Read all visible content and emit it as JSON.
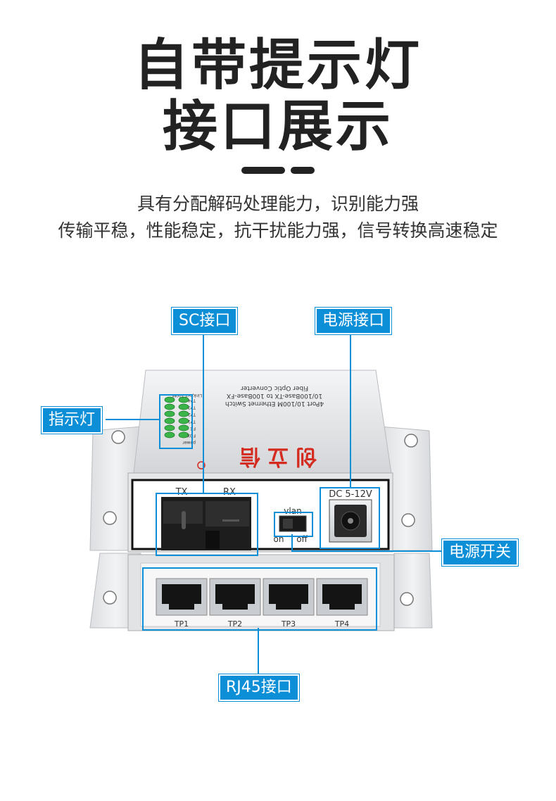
{
  "heading": {
    "line1": "自带提示灯",
    "line2": "接口展示"
  },
  "subtitle": {
    "line1": "具有分配解码处理能力，识别能力强",
    "line2": "传输平稳，性能稳定，抗干扰能力强，信号转换高速稳定"
  },
  "callouts": {
    "sc": "SC接口",
    "power_port": "电源接口",
    "indicator": "指示灯",
    "power_switch": "电源开关",
    "rj45": "RJ45接口"
  },
  "device": {
    "brand": "创立信",
    "top_label_1": "4Port 10/100M Ethernet Switch",
    "top_label_2": "10/100Base-TX to 100Base-FX",
    "top_label_3": "Fiber Optic Converter",
    "led_header": "Link/act 100M",
    "led_labels": [
      "TP4",
      "TP3",
      "TP2",
      "TP1",
      "FX",
      "FDX",
      "power"
    ],
    "tx": "TX",
    "rx": "RX",
    "vlan": "vlan",
    "on": "on",
    "off": "off",
    "dc": "DC 5-12V",
    "ports": [
      "TP1",
      "TP2",
      "TP3",
      "TP4"
    ]
  },
  "colors": {
    "accent": "#0d8fd8",
    "brand_red": "#d42a1f",
    "led_green": "#3bb54a"
  }
}
